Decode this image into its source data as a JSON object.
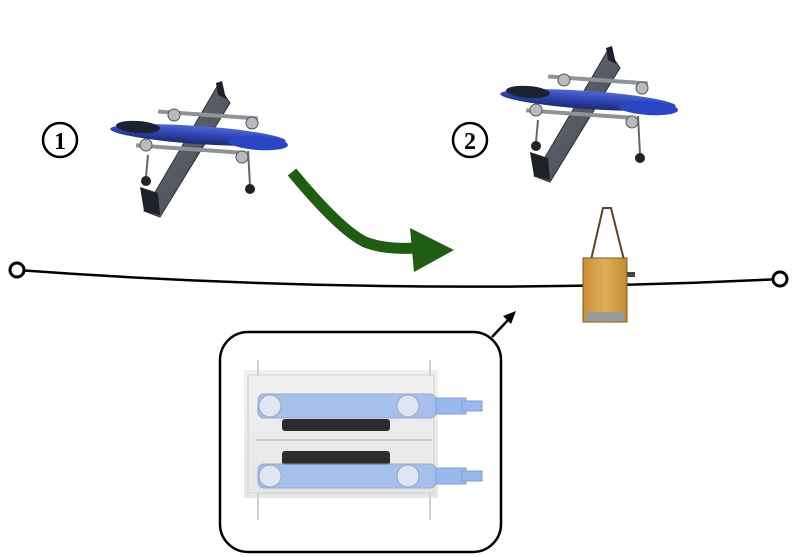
{
  "steps": [
    {
      "number": "1",
      "label": "drone-approach"
    },
    {
      "number": "2",
      "label": "drone-over-line"
    }
  ],
  "colors": {
    "transition_arrow": "#1f5e12",
    "line": "#000000",
    "drone_body": "#2f3b7a",
    "drone_wing": "#565c66",
    "drone_blue": "#3a54c9",
    "box": "#d4a24c",
    "clamp_blue": "#9bb8ec"
  },
  "icons": {
    "transition": "curved-arrow-icon",
    "callout": "arrow-up-right-icon"
  }
}
